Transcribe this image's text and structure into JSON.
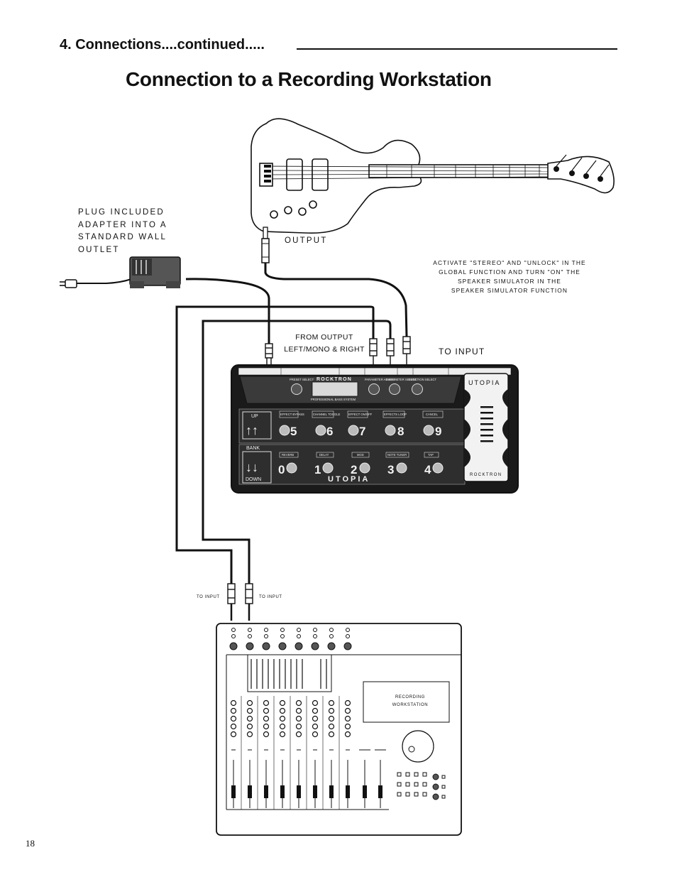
{
  "section_heading": "4. Connections....continued.....",
  "title": "Connection to a Recording Workstation",
  "page_number": "18",
  "labels": {
    "adapter": [
      "PLUG INCLUDED",
      "ADAPTER INTO A",
      "STANDARD WALL",
      "OUTLET"
    ],
    "guitar_output": "OUTPUT",
    "instructions": [
      "ACTIVATE \"STEREO\" AND \"UNLOCK\" IN THE",
      "GLOBAL FUNCTION AND TURN \"ON\" THE",
      "SPEAKER SIMULATOR IN THE",
      "SPEAKER SIMULATOR FUNCTION"
    ],
    "from_output": [
      "FROM OUTPUT",
      "LEFT/MONO & RIGHT"
    ],
    "to_input_main": "TO INPUT",
    "mixer_input_left": "TO INPUT",
    "mixer_input_right": "TO INPUT",
    "workstation_display": [
      "RECORDING",
      "WORKSTATION"
    ]
  },
  "utopia": {
    "brand": "ROCKTRON",
    "subtitle": "PROFESSIONAL BASS SYSTEM",
    "logo": "UTOPIA",
    "bank_up": "UP",
    "bank_label": "BANK",
    "bank_down": "DOWN",
    "top_row": [
      {
        "label": "EFFECT BYPASS",
        "number": "5"
      },
      {
        "label": "CHANNEL TOGGLE",
        "number": "6"
      },
      {
        "label": "EFFECT ON/OFF",
        "number": "7"
      },
      {
        "label": "EFFECTS LOOP",
        "number": "8"
      },
      {
        "label": "CANCEL",
        "number": "9"
      }
    ],
    "bottom_row": [
      {
        "label": "REVERB",
        "number": "0"
      },
      {
        "label": "DELAY",
        "number": "1"
      },
      {
        "label": "MOD",
        "number": "2"
      },
      {
        "label": "NOTE TUNER",
        "number": "3"
      },
      {
        "label": "TAP",
        "number": "4"
      }
    ],
    "knobs": [
      "PRESET SELECT",
      "PARAMETER ADJUST",
      "PARAMETER SELECT",
      "FUNCTION SELECT"
    ]
  },
  "colors": {
    "ink": "#111111",
    "panel": "#2a2a2a",
    "panel_dark": "#1a1a1a",
    "paper": "#ffffff"
  }
}
